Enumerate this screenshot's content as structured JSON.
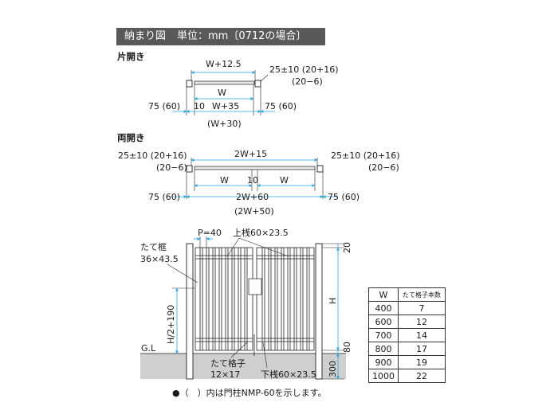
{
  "title": {
    "main": "納まり図",
    "unit": "単位：mm〔0712の場合〕"
  },
  "single": {
    "section_label": "片開き",
    "top_width": "W+12.5",
    "tol_top": "25±10 (20+16)",
    "tol_bottom": "(20−6)",
    "inner_w": "W",
    "post_left": "75 (60)",
    "gap": "10",
    "overall": "W+35",
    "overall_alt": "(W+30)",
    "post_right": "75 (60)"
  },
  "double": {
    "section_label": "両開き",
    "top_width": "2W+15",
    "tol_left_top": "25±10 (20+16)",
    "tol_left_bottom": "(20−6)",
    "tol_right_top": "25±10 (20+16)",
    "tol_right_bottom": "(20−6)",
    "leaf_left": "W",
    "gap": "10",
    "leaf_right": "W",
    "post_left": "75 (60)",
    "overall": "2W+60",
    "overall_alt": "(2W+50)",
    "post_right": "75 (60)"
  },
  "elevation": {
    "pitch": "P=40",
    "top_rail": "上桟60×23.5",
    "frame_label": "たて框",
    "frame_size": "36×43.5",
    "height_label": "H/2+190",
    "ground_label": "G.L",
    "bar_label": "たて格子",
    "bar_size": "12×17",
    "bottom_rail": "下桟60×23.5",
    "dim_top": "20",
    "dim_h": "H",
    "dim_bottom": "80",
    "dim_embed": "300"
  },
  "table": {
    "headers": [
      "W",
      "たて格子本数"
    ],
    "rows": [
      [
        "400",
        "7"
      ],
      [
        "600",
        "12"
      ],
      [
        "700",
        "14"
      ],
      [
        "800",
        "17"
      ],
      [
        "900",
        "19"
      ],
      [
        "1000",
        "22"
      ]
    ]
  },
  "footnote": "●（　）内は門柱NMP-60を示します。",
  "colors": {
    "dimension_line": "#29a6dc",
    "title_bar": "#595959",
    "ground": "#cfcfcf"
  }
}
